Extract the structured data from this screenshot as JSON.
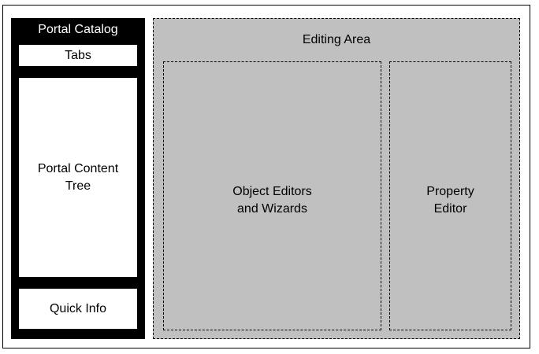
{
  "portal_catalog": {
    "title": "Portal Catalog",
    "tabs_label": "Tabs",
    "content_tree_label": "Portal Content\nTree",
    "quick_info_label": "Quick Info"
  },
  "editing_area": {
    "title": "Editing Area",
    "object_editors_label": "Object Editors\nand Wizards",
    "property_editor_label": "Property\nEditor"
  },
  "colors": {
    "catalog_background": "#000000",
    "editing_area_background": "#c0c0c0",
    "panel_background": "#ffffff"
  }
}
